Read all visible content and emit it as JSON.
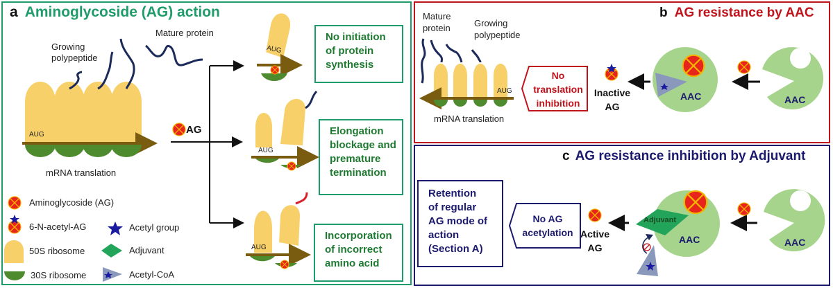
{
  "panel_a": {
    "letter": "a",
    "title": "Aminoglycoside (AG) action",
    "labels": {
      "mature_protein": "Mature protein",
      "growing_polypeptide_1": "Growing",
      "growing_polypeptide_2": "polypeptide",
      "mrna_translation": "mRNA translation",
      "ag": "AG",
      "aug": "AUG"
    },
    "outcomes": [
      {
        "lines": [
          "No initiation",
          "of protein",
          "synthesis"
        ]
      },
      {
        "lines": [
          "Elongation",
          "blockage and",
          "premature",
          "termination"
        ]
      },
      {
        "lines": [
          "Incorporation",
          "of incorrect",
          "amino acid"
        ]
      }
    ],
    "legend": [
      {
        "icon": "aminoglycoside-icon",
        "label": "Aminoglycoside (AG)"
      },
      {
        "icon": "acetyl-ag-icon",
        "label": "6-N-acetyl-AG"
      },
      {
        "icon": "ribosome-50s-icon",
        "label": "50S ribosome"
      },
      {
        "icon": "ribosome-30s-icon",
        "label": "30S ribosome"
      },
      {
        "icon": "acetyl-group-icon",
        "label": "Acetyl group"
      },
      {
        "icon": "adjuvant-icon",
        "label": "Adjuvant"
      },
      {
        "icon": "acetyl-coa-icon",
        "label": "Acetyl-CoA"
      }
    ]
  },
  "panel_b": {
    "letter": "b",
    "title": "AG resistance by AAC",
    "labels": {
      "mature_1": "Mature",
      "mature_2": "protein",
      "growing_1": "Growing",
      "growing_2": "polypeptide",
      "mrna_translation": "mRNA translation",
      "aug": "AUG",
      "no_inhibition": [
        "No",
        "translation",
        "inhibition"
      ],
      "inactive_ag": [
        "Inactive",
        "AG"
      ],
      "aac": "AAC"
    }
  },
  "panel_c": {
    "letter": "c",
    "title": "AG resistance inhibition by Adjuvant",
    "labels": {
      "retention": [
        "Retention",
        "of regular",
        "AG mode of",
        "action",
        "(Section A)"
      ],
      "no_acetylation": [
        "No AG",
        "acetylation"
      ],
      "active_ag": [
        "Active",
        "AG"
      ],
      "adjuvant": "Adjuvant",
      "aac": "AAC"
    }
  },
  "colors": {
    "panel_a": "#1e9c6a",
    "panel_b": "#c0141c",
    "panel_c": "#1c1a6e",
    "ribosome_50s": "#f8d06a",
    "ribosome_30s": "#4e8a2e",
    "mrna": "#7a5c10",
    "ag": "#e8251c",
    "enzyme": "#a6d48c",
    "adjuvant": "#22a55a",
    "acetyl_coa": "#8a99bb",
    "polypeptide": "#1c2a5a"
  }
}
